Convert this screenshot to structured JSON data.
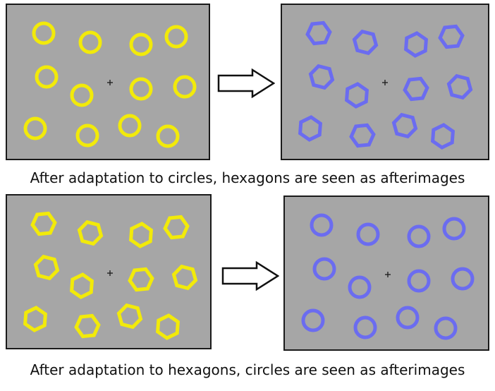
{
  "colors": {
    "background": "#ffffff",
    "panel": "#a6a6a6",
    "border": "#1a1a1a",
    "adapt_stroke": "#f2ea0a",
    "after_stroke": "#6b6cf0",
    "fixation": "#222222"
  },
  "icons": {
    "arrow": "right-arrow-outline",
    "fixation": "plus-cross",
    "circle": "ring-shape",
    "hexagon": "hexagon-outline"
  },
  "rows": [
    {
      "caption": "After adaptation to circles, hexagons are seen as afterimages",
      "adapt_shape": "circle",
      "after_shape": "hexagon"
    },
    {
      "caption": "After adaptation to hexagons, circles are seen as afterimages",
      "adapt_shape": "hexagon",
      "after_shape": "circle"
    }
  ]
}
